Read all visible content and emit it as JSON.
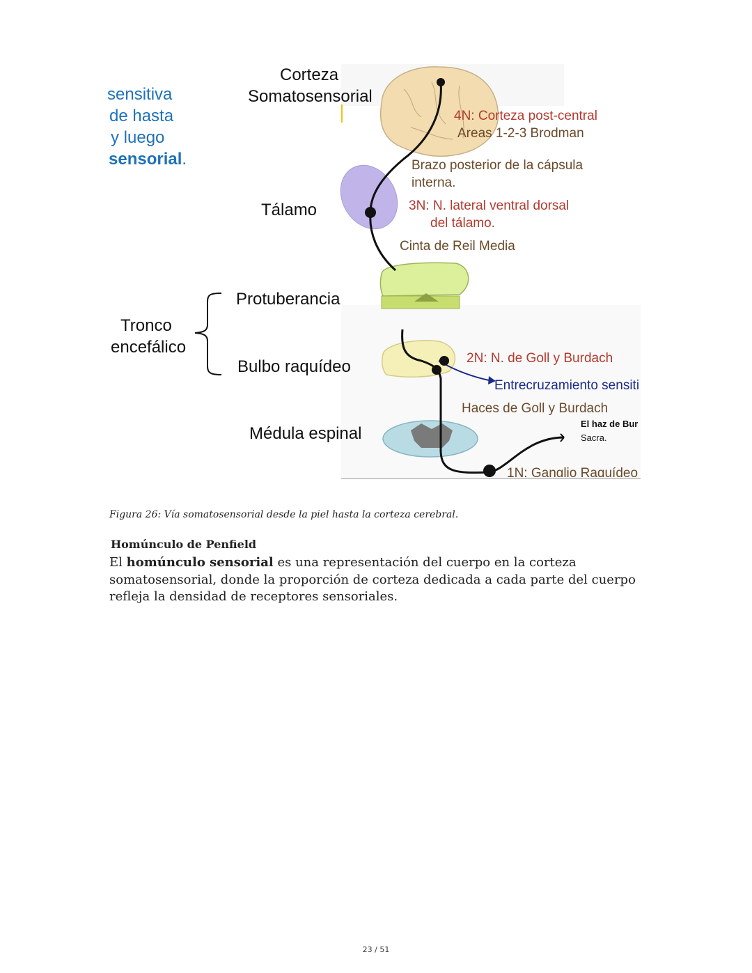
{
  "figure": {
    "left_labels": {
      "line1": "sensitiva",
      "line2": "de hasta",
      "line3": "y luego",
      "line4_bold": "sensorial",
      "line4_end": "."
    },
    "levels": {
      "corteza_1": "Corteza",
      "corteza_2": "Somatosensorial",
      "talamo": "Tálamo",
      "protuberancia": "Protuberancia",
      "tronco_1": "Tronco",
      "tronco_2": "encefálico",
      "bulbo": "Bulbo raquídeo",
      "medula": "Médula espinal"
    },
    "annotations": {
      "n4_line1": "4N: Corteza post-central",
      "n4_line2": "Areas 1-2-3 Brodman",
      "brazo_1": "Brazo posterior de la cápsula",
      "brazo_2": "interna.",
      "n3_line1": "3N: N. lateral ventral dorsal",
      "n3_line2": "del tálamo.",
      "cinta": "Cinta de Reil Media",
      "n2": "2N: N. de Goll y Burdach",
      "entrecruzamiento": "Entrecruzamiento sensiti",
      "haces": "Haces de Goll y Burdach",
      "haz_1": "El haz de Bur",
      "haz_2": "Sacra.",
      "n1": "1N: Ganglio Raquídeo"
    },
    "colors": {
      "brain": "#f2dcb0",
      "thalamus": "#b7a8e6",
      "pons": "#dcef9a",
      "medulla": "#f5f0b8",
      "spinal": "#b9dce4",
      "annotation_red": "#b23a2e",
      "label_blue": "#1f72b8"
    }
  },
  "caption": "Figura 26: Vía somatosensorial desde la piel hasta la corteza cerebral.",
  "section": {
    "heading": "Homúnculo de Penfield",
    "para_prefix": "El ",
    "para_bold": "homúnculo sensorial",
    "para_rest": " es una representación del cuerpo en la corteza somatosensorial, donde la proporción de corteza dedicada a cada parte del cuerpo refleja la densidad de receptores sensoriales."
  },
  "pager": "23 / 51"
}
